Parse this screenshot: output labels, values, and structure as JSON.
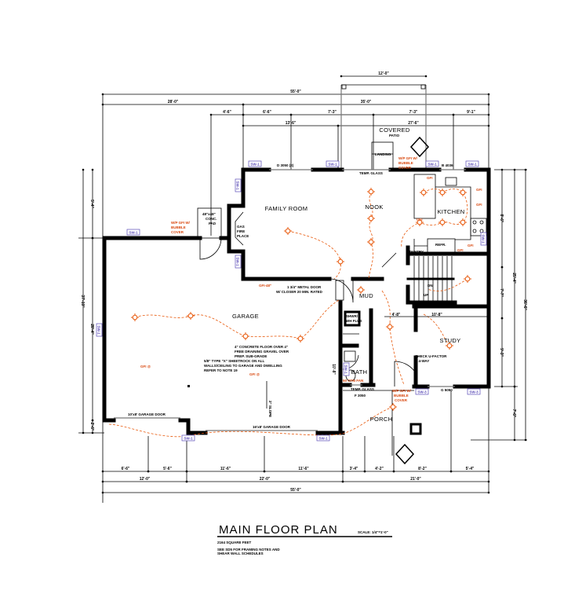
{
  "drawing": {
    "title": "MAIN FLOOR PLAN",
    "scale": "SCALE: 1/4\"=1'-0\"",
    "area": "2164 SQUARE FEET",
    "notes": [
      "SEE SD5 FOR FRAMING NOTES AND",
      "SHEAR WALL SCHEDULES"
    ]
  },
  "rooms": {
    "family_room": "FAMILY ROOM",
    "nook": "NOOK",
    "kitchen": "KITCHEN",
    "garage": "GARAGE",
    "mud": "MUD",
    "bath": "BATH",
    "study": "STUDY",
    "porch": "PORCH",
    "covered": "COVERED",
    "patio": "PATIO",
    "landing": "LANDING",
    "pantry": "PANTRY",
    "refr": "REFR.",
    "stairs_dn": "DN",
    "stairs_up": "UP"
  },
  "labels": {
    "fireplace": [
      "GAS",
      "FIRE",
      "PLACE"
    ],
    "conc_pad": [
      "48\"x48\"",
      "CONC.",
      "PAD"
    ],
    "metal_door": [
      "1 3/4\" METAL DOOR",
      "W/ CLOSER 20 MIN. RATED"
    ],
    "concrete_floor": [
      "4\" CONCRETE FLOOR OVER 4\"",
      "FREE DRAINING GRAVEL OVER",
      "PREP. SUB-GRADE"
    ],
    "sheetrock": [
      "5/8\" TYPE \"X\" SHEETROCK ON ALL",
      "WALLS/CEILING TO GARAGE AND DWELLING",
      "REFER TO NOTE 19"
    ],
    "check_u": [
      "CHECK U-FACTOR",
      "& 4-WAY"
    ],
    "garage_door_small": "10'x8' GARAGE DOOR",
    "garage_door_large": "16'x8' GARAGE DOOR",
    "flue": [
      "SHWR/",
      "WH FLUE"
    ],
    "slope": "2\" SLOPE",
    "temp_glass_top": "TEMP. GLASS",
    "temp_glass_bath": "TEMP. GLASS",
    "window_d": "D  3050 (2)",
    "window_b": "B  4036",
    "window_f": "F  3050",
    "window_g": "G  5050",
    "dim_bath": "10'-8\"",
    "dim_hall": "4'-8\"",
    "dim_study": "10'-8\""
  },
  "electrical": {
    "gfi_bubble": [
      "W/P GFI W/",
      "BUBBLE",
      "COVER"
    ],
    "gfi": "GFI",
    "gfi_garage": "GFI @",
    "fan": "50 CFM FAN",
    "gfi_wall": "GFI-48\""
  },
  "shear_wall_tag": "SW-1",
  "shear_wall_tag_3": "SW-3",
  "dimensions": {
    "top": [
      "12'-0\"",
      "55'-0\"",
      "28'-0\"",
      "35'-0\"",
      "4'-6\"",
      "6'-6\"",
      "7'-3\"",
      "7'-3\"",
      "9'-1\"",
      "13'-6\"",
      "27'-6\""
    ],
    "bottom": [
      "6'-6\"",
      "5'-6\"",
      "11'-6\"",
      "11'-6\"",
      "3'-4\"",
      "4'-2\"",
      "8'-2\"",
      "5'-4\"",
      "12'-0\"",
      "22'-0\"",
      "21'-0\"",
      "55'-0\""
    ],
    "left": [
      "37'-10\"",
      "5'-4\"",
      "28'-4\"",
      "2'-6\""
    ],
    "right": [
      "8'-6\"",
      "7'-7\"",
      "9'-3\"",
      "25'-4\"",
      "7'-6\"",
      "36'-6\""
    ]
  },
  "colors": {
    "electrical": "#e8590c",
    "shear_wall": "#5b4bb7",
    "walls": "#000000"
  }
}
